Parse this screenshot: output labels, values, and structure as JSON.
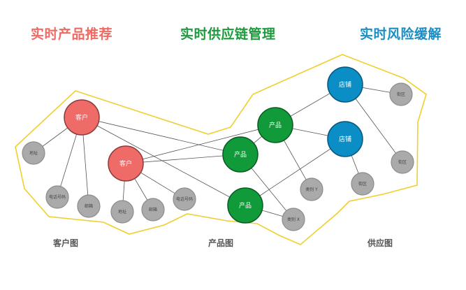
{
  "headlines": {
    "left": {
      "text": "实时产品推荐",
      "color": "#ef6a63"
    },
    "middle": {
      "text": "实时供应链管理",
      "color": "#1c9a3c"
    },
    "right": {
      "text": "实时风险缓解",
      "color": "#1a8ec4"
    }
  },
  "captions": {
    "customer_graph": "客户图",
    "product_graph": "产品图",
    "supply_graph": "供应图"
  },
  "colors": {
    "customer": "#ef6b68",
    "product": "#119a3a",
    "store": "#0b8ec6",
    "attribute": "#aaaaaa",
    "boundary": "#f0cf2d",
    "edge": "#555555"
  },
  "nodes": {
    "customer_1": "客户",
    "customer_2": "客户",
    "product_1": "产品",
    "product_2": "产品",
    "product_3": "产品",
    "store_1": "店铺",
    "store_2": "店铺",
    "address_1": "地址",
    "address_2": "地址",
    "phone_1": "电话号码",
    "phone_2": "电话号码",
    "email_1": "邮箱",
    "email_2": "邮箱",
    "category_y": "类别 Y",
    "category_x": "类别 X",
    "street_1": "街区",
    "street_2": "街区",
    "street_3": "街区"
  }
}
